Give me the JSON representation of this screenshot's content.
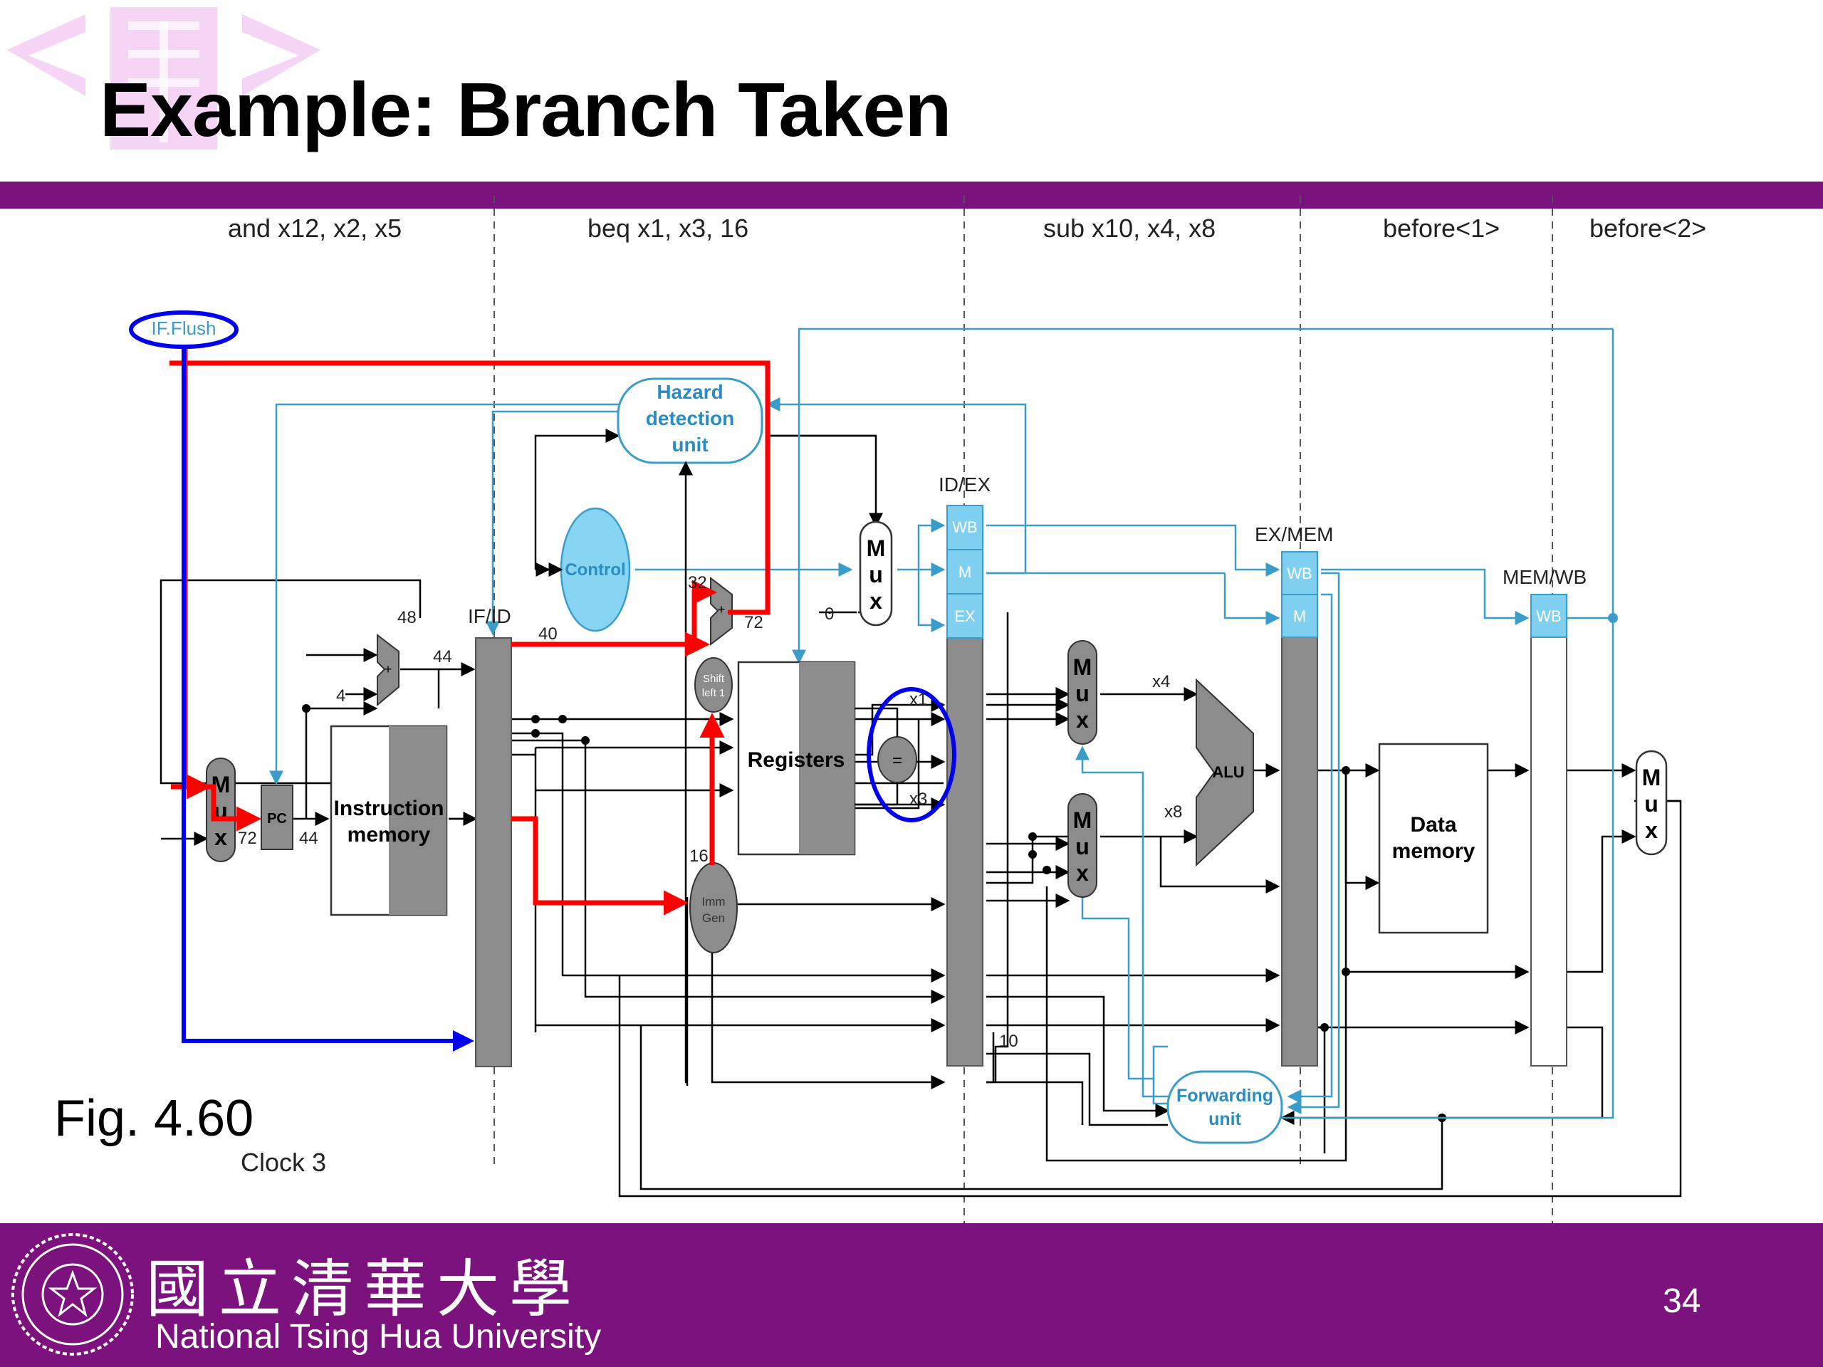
{
  "slide": {
    "title": "Example: Branch Taken",
    "figure_label": "Fig. 4.60",
    "clock_label": "Clock 3",
    "page_number": "34",
    "university_en": "National Tsing Hua University",
    "university_cn": "國立清華大學"
  },
  "stages": [
    "and x12, x2, x5",
    "beq x1, x3, 16",
    "sub x10, x4, x8",
    "before<1>",
    "before<2>"
  ],
  "labels": {
    "if_flush": "IF.Flush",
    "hazard_l1": "Hazard",
    "hazard_l2": "detection",
    "hazard_l3": "unit",
    "control": "Control",
    "registers": "Registers",
    "instr_l1": "Instruction",
    "instr_l2": "memory",
    "data_l1": "Data",
    "data_l2": "memory",
    "fwd_l1": "Forwarding",
    "fwd_l2": "unit",
    "alu": "ALU",
    "pc": "PC",
    "shift_l1": "Shift",
    "shift_l2": "left 1",
    "imm_l1": "Imm",
    "imm_l2": "Gen",
    "eq": "=",
    "if_id": "IF/ID",
    "id_ex": "ID/EX",
    "ex_mem": "EX/MEM",
    "mem_wb": "MEM/WB",
    "wb": "WB",
    "m": "M",
    "ex": "EX",
    "mux_m": "M",
    "mux_u": "u",
    "mux_x": "x",
    "plus": "+",
    "n48": "48",
    "n44a": "44",
    "n44b": "44",
    "n4": "4",
    "n72a": "72",
    "n72b": "72",
    "n40": "40",
    "n32": "32",
    "n0": "0",
    "n16": "16",
    "n10": "10",
    "x1": "x1",
    "x3": "x3",
    "x4": "x4",
    "x8": "x8"
  },
  "colors": {
    "purple": "#7b127d",
    "red": "#ff0000",
    "blue": "#0000ee",
    "cyan": "#3a9cc9",
    "gray": "#8c8c8c"
  }
}
